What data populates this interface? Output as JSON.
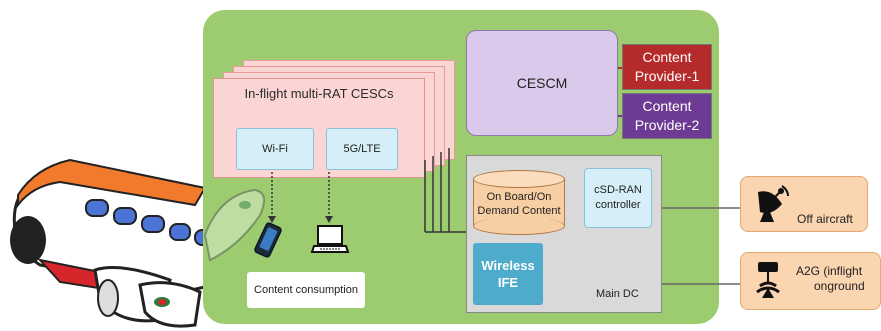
{
  "cesc": {
    "title": "In-flight multi-RAT CESCs",
    "wifi_label": "Wi-Fi",
    "lte_label": "5G/LTE"
  },
  "cescm": {
    "label": "CESCM"
  },
  "providers": [
    {
      "line1": "Content",
      "line2": "Provider-1",
      "color": "#b52a2a"
    },
    {
      "line1": "Content",
      "line2": "Provider-2",
      "color": "#6d3a94"
    }
  ],
  "main_dc": {
    "label": "Main DC",
    "storage_line1": "On Board/On",
    "storage_line2": "Demand Content",
    "controller_line1": "cSD-RAN",
    "controller_line2": "controller",
    "ife_line1": "Wireless",
    "ife_line2": "IFE"
  },
  "consumption": {
    "label": "Content consumption"
  },
  "external": {
    "off_aircraft": "Off aircraft",
    "a2g_line1": "A2G (inflight",
    "a2g_line2": "onground"
  },
  "colors": {
    "background": "#9ccc6f",
    "cesc": "#fbd5d3",
    "cescm": "#dac9ea",
    "dc": "#d9d9d9",
    "external": "#fbd4b0"
  }
}
